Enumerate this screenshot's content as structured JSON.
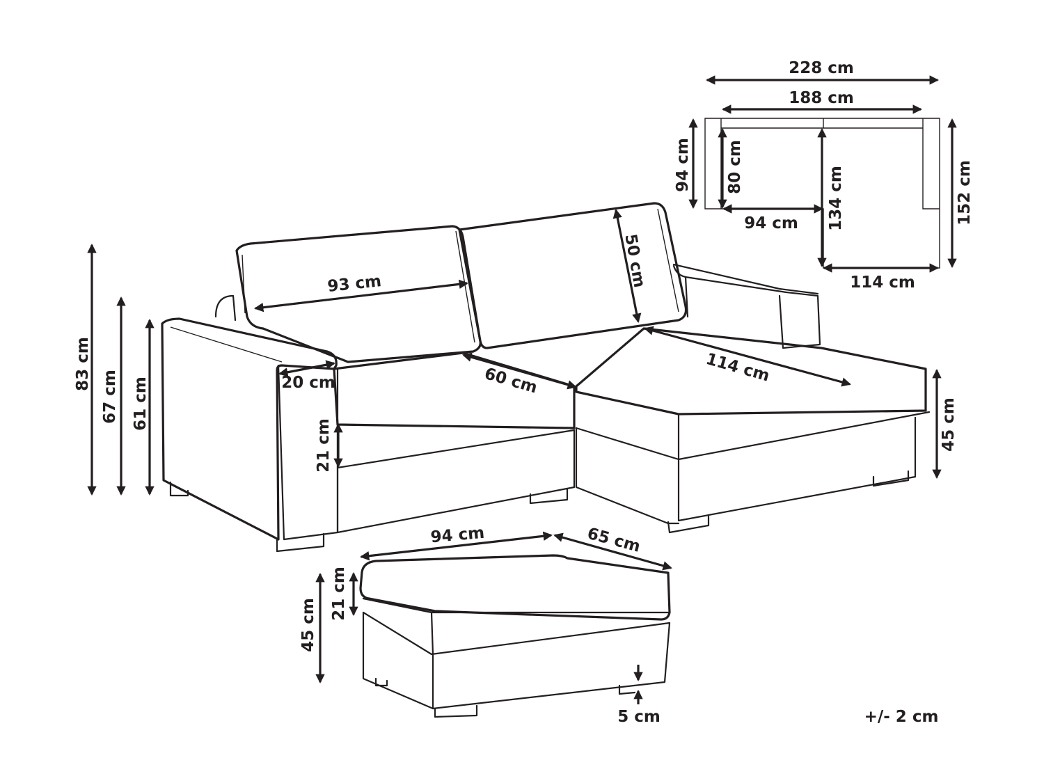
{
  "colors": {
    "ink": "#231f20",
    "background": "#ffffff"
  },
  "plan": {
    "total_width": "228 cm",
    "inner_width": "188 cm",
    "depth": "94 cm",
    "seat_depth": "80 cm",
    "seat_width": "94 cm",
    "chaise_inner_depth": "134 cm",
    "chaise_width": "114 cm",
    "chaise_total_depth": "152 cm"
  },
  "sofa": {
    "backrest_width": "93 cm",
    "backrest_height": "50 cm",
    "seat_depth": "60 cm",
    "chaise_seat_length": "114 cm",
    "armrest_width": "20 cm",
    "cushion_height": "21 cm",
    "total_height": "83 cm",
    "back_height": "67 cm",
    "arm_height": "61 cm",
    "chaise_height": "45 cm"
  },
  "ottoman": {
    "width": "94 cm",
    "depth": "65 cm",
    "cushion_height": "21 cm",
    "height": "45 cm",
    "leg_height": "5 cm"
  },
  "tolerance": "+/- 2 cm"
}
